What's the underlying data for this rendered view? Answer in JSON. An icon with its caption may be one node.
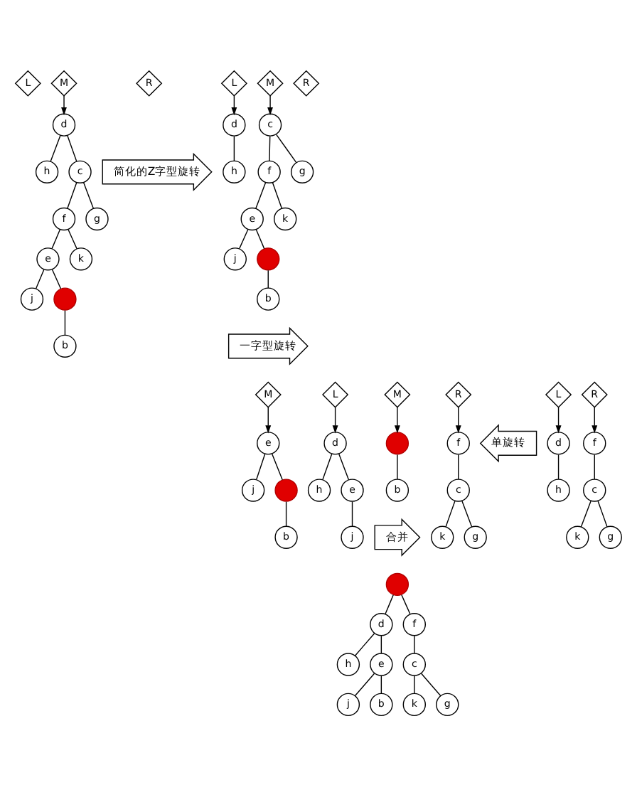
{
  "diagram": {
    "nodes": [
      {
        "text": [
          "L"
        ]
      },
      {
        "text": [
          "M"
        ]
      },
      {
        "text": [
          "R"
        ]
      },
      {
        "text": [
          "d"
        ]
      },
      {
        "text": [
          "h"
        ]
      },
      {
        "text": [
          "c"
        ]
      },
      {
        "text": [
          "f"
        ]
      },
      {
        "text": [
          "g"
        ]
      },
      {
        "text": [
          "e"
        ]
      },
      {
        "text": [
          "k"
        ]
      },
      {
        "text": [
          "j"
        ]
      },
      {
        "text": [],
        "shape": "circle"
      },
      {
        "text": [
          "b"
        ]
      },
      {
        "text": [
          "简化的Z字型旋转"
        ]
      },
      {
        "text": [
          "L"
        ]
      },
      {
        "text": [
          "M"
        ]
      },
      {
        "text": [
          "R"
        ]
      },
      {
        "text": [
          "d"
        ]
      },
      {
        "text": [
          "h"
        ]
      },
      {
        "text": [
          "c"
        ]
      },
      {
        "text": [
          "f"
        ]
      },
      {
        "text": [
          "g"
        ]
      },
      {
        "text": [
          "e"
        ]
      },
      {
        "text": [
          "k"
        ]
      },
      {
        "text": [
          "j"
        ]
      },
      {
        "text": [],
        "shape": "circle"
      },
      {
        "text": [
          "b"
        ]
      },
      {
        "text": [
          "一字型旋转"
        ]
      },
      {
        "text": [
          "L"
        ]
      },
      {
        "text": [
          "M"
        ]
      },
      {
        "text": [
          "R"
        ]
      },
      {
        "text": [
          "d"
        ]
      },
      {
        "text": [
          "h"
        ]
      },
      {
        "text": [
          "e"
        ]
      },
      {
        "text": [
          "j"
        ]
      },
      {
        "text": [],
        "shape": "circle"
      },
      {
        "text": [
          "b"
        ]
      },
      {
        "text": [
          "f"
        ]
      },
      {
        "text": [
          "c"
        ]
      },
      {
        "text": [
          "k"
        ]
      },
      {
        "text": [
          "g"
        ]
      },
      {
        "text": [
          "单旋转"
        ]
      },
      {
        "text": [
          "L"
        ]
      },
      {
        "text": [
          "M"
        ]
      },
      {
        "text": [
          "R"
        ]
      },
      {
        "text": [
          "d"
        ]
      },
      {
        "text": [
          "h"
        ]
      },
      {
        "text": [
          "e"
        ]
      },
      {
        "text": [
          "j"
        ]
      },
      {
        "text": [],
        "shape": "circle"
      },
      {
        "text": [
          "b"
        ]
      },
      {
        "text": [
          "f"
        ]
      },
      {
        "text": [
          "c"
        ]
      },
      {
        "text": [
          "k"
        ]
      },
      {
        "text": [
          "g"
        ]
      },
      {
        "text": [
          "合并"
        ]
      },
      {
        "text": [],
        "shape": "circle"
      },
      {
        "text": [
          "d"
        ]
      },
      {
        "text": [
          "f"
        ]
      },
      {
        "text": [
          "h"
        ]
      },
      {
        "text": [
          "e"
        ]
      },
      {
        "text": [
          "c"
        ]
      },
      {
        "text": [
          "j"
        ]
      },
      {
        "text": [
          "b"
        ]
      },
      {
        "text": [
          "k"
        ]
      },
      {
        "text": [
          "g"
        ]
      }
    ],
    "edges": [
      {
        "from": 1,
        "to": 3,
        "arrow": "to"
      },
      {
        "from": 3,
        "to": 4,
        "arrow": "none"
      },
      {
        "from": 3,
        "to": 5,
        "arrow": "none"
      },
      {
        "from": 5,
        "to": 6,
        "arrow": "none"
      },
      {
        "from": 5,
        "to": 7,
        "arrow": "none"
      },
      {
        "from": 6,
        "to": 8,
        "arrow": "none"
      },
      {
        "from": 6,
        "to": 9,
        "arrow": "none"
      },
      {
        "from": 8,
        "to": 10,
        "arrow": "none"
      },
      {
        "from": 8,
        "to": 11,
        "arrow": "none"
      },
      {
        "from": 11,
        "to": 12,
        "arrow": "none"
      },
      {
        "from": 14,
        "to": 17,
        "arrow": "to"
      },
      {
        "from": 17,
        "to": 18,
        "arrow": "none"
      },
      {
        "from": 15,
        "to": 19,
        "arrow": "to"
      },
      {
        "from": 19,
        "to": 20,
        "arrow": "none"
      },
      {
        "from": 19,
        "to": 21,
        "arrow": "none"
      },
      {
        "from": 20,
        "to": 22,
        "arrow": "none"
      },
      {
        "from": 20,
        "to": 23,
        "arrow": "none"
      },
      {
        "from": 22,
        "to": 24,
        "arrow": "none"
      },
      {
        "from": 22,
        "to": 25,
        "arrow": "none"
      },
      {
        "from": 25,
        "to": 26,
        "arrow": "none"
      },
      {
        "from": 28,
        "to": 31,
        "arrow": "to"
      },
      {
        "from": 31,
        "to": 32,
        "arrow": "none"
      },
      {
        "from": 31,
        "to": 33,
        "arrow": "none"
      },
      {
        "from": 33,
        "to": 34,
        "arrow": "none"
      },
      {
        "from": 29,
        "to": 35,
        "arrow": "to"
      },
      {
        "from": 35,
        "to": 36,
        "arrow": "none"
      },
      {
        "from": 30,
        "to": 37,
        "arrow": "to"
      },
      {
        "from": 37,
        "to": 38,
        "arrow": "none"
      },
      {
        "from": 38,
        "to": 39,
        "arrow": "none"
      },
      {
        "from": 38,
        "to": 40,
        "arrow": "none"
      },
      {
        "from": 42,
        "to": 45,
        "arrow": "to"
      },
      {
        "from": 45,
        "to": 46,
        "arrow": "none"
      },
      {
        "from": 43,
        "to": 47,
        "arrow": "to"
      },
      {
        "from": 47,
        "to": 48,
        "arrow": "none"
      },
      {
        "from": 47,
        "to": 49,
        "arrow": "none"
      },
      {
        "from": 49,
        "to": 50,
        "arrow": "none"
      },
      {
        "from": 44,
        "to": 51,
        "arrow": "to"
      },
      {
        "from": 51,
        "to": 52,
        "arrow": "none"
      },
      {
        "from": 52,
        "to": 53,
        "arrow": "none"
      },
      {
        "from": 52,
        "to": 54,
        "arrow": "none"
      },
      {
        "from": 56,
        "to": 57,
        "arrow": "none"
      },
      {
        "from": 56,
        "to": 58,
        "arrow": "none"
      },
      {
        "from": 57,
        "to": 59,
        "arrow": "none"
      },
      {
        "from": 57,
        "to": 60,
        "arrow": "none"
      },
      {
        "from": 58,
        "to": 61,
        "arrow": "none"
      },
      {
        "from": 60,
        "to": 62,
        "arrow": "none"
      },
      {
        "from": 60,
        "to": 63,
        "arrow": "none"
      },
      {
        "from": 61,
        "to": 64,
        "arrow": "none"
      },
      {
        "from": 61,
        "to": 65,
        "arrow": "none"
      }
    ]
  }
}
